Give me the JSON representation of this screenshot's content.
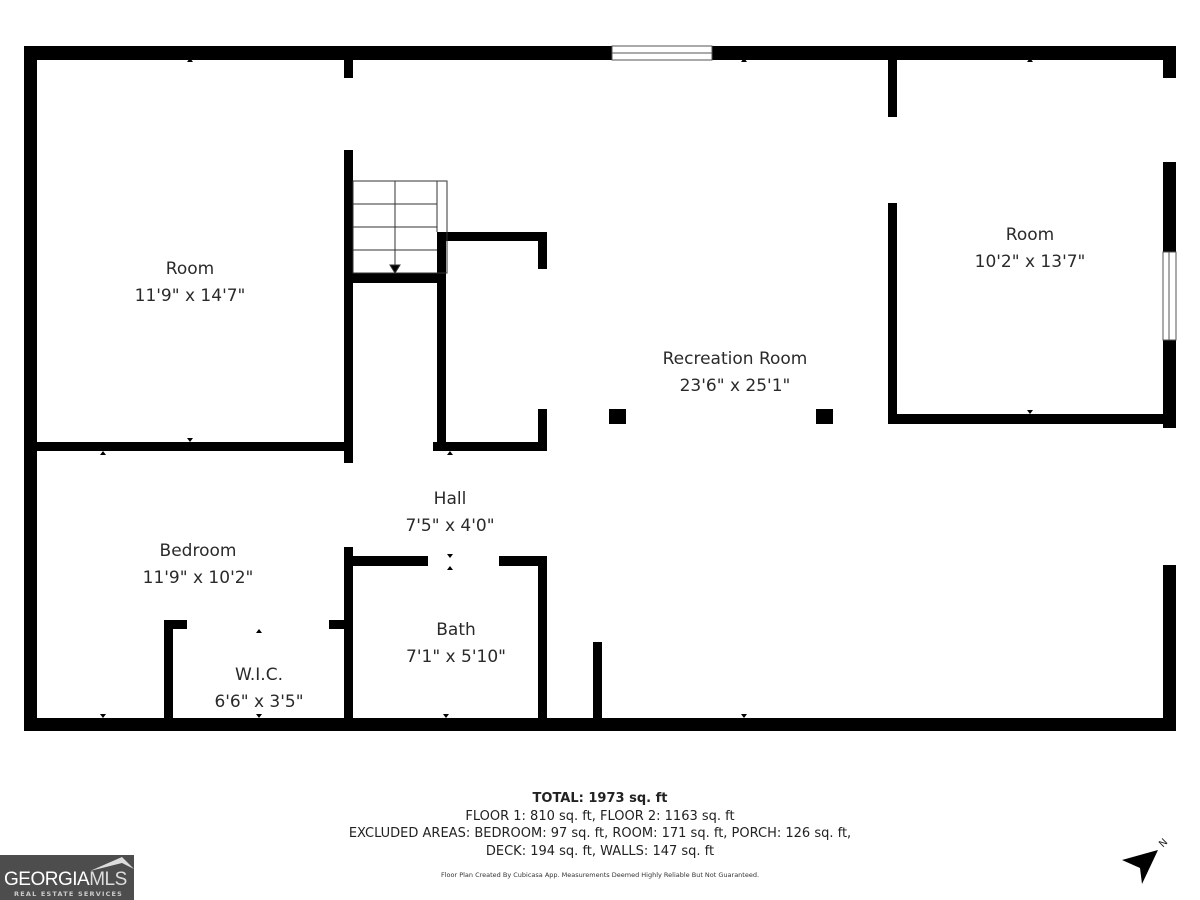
{
  "rooms": [
    {
      "name": "Room",
      "dimensions": "11'9\" x 14'7\""
    },
    {
      "name": "Room",
      "dimensions": "10'2\" x 13'7\""
    },
    {
      "name": "Recreation Room",
      "dimensions": "23'6\" x 25'1\""
    },
    {
      "name": "Hall",
      "dimensions": "7'5\" x 4'0\""
    },
    {
      "name": "Bedroom",
      "dimensions": "11'9\" x 10'2\""
    },
    {
      "name": "Bath",
      "dimensions": "7'1\" x 5'10\""
    },
    {
      "name": "W.I.C.",
      "dimensions": "6'6\" x 3'5\""
    }
  ],
  "footer": {
    "total": "TOTAL: 1973 sq. ft",
    "floors": "FLOOR 1: 810 sq. ft, FLOOR 2: 1163 sq. ft",
    "excluded_line1": "EXCLUDED AREAS: BEDROOM: 97 sq. ft, ROOM: 171 sq. ft, PORCH: 126 sq. ft,",
    "excluded_line2": "DECK: 194 sq. ft, WALLS: 147 sq. ft",
    "credit": "Floor Plan Created By Cubicasa App. Measurements Deemed Highly Reliable But Not Guaranteed."
  },
  "logo": {
    "name_part1": "GEORGIA",
    "name_part2": "MLS",
    "tagline": "REAL ESTATE SERVICES"
  },
  "compass": {
    "label": "N",
    "icon": "north-arrow-icon"
  },
  "colors": {
    "walls": "#000000",
    "logo_bg": "#4d4d4d"
  }
}
